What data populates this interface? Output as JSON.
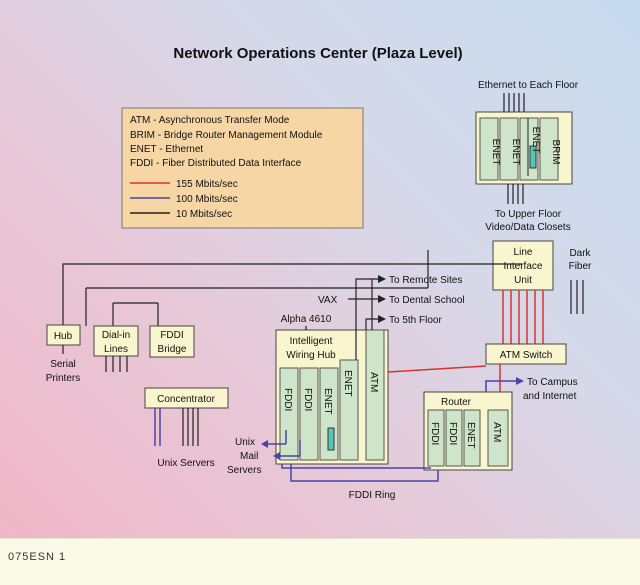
{
  "title": "Network Operations Center (Plaza Level)",
  "legend": {
    "definitions": [
      "ATM - Asynchronous Transfer Mode",
      "BRIM - Bridge Router Management Module",
      "ENET - Ethernet",
      "FDDI - Fiber Distributed Data Interface"
    ],
    "speeds": [
      {
        "label": "155 Mbits/sec",
        "color": "#d9342b"
      },
      {
        "label": "100 Mbits/sec",
        "color": "#4b43a8"
      },
      {
        "label": "10 Mbits/sec",
        "color": "#222222"
      }
    ]
  },
  "upper_closet": {
    "top_label": "Ethernet to Each Floor",
    "modules": [
      "ENET",
      "ENET",
      "ENET",
      "BRIM"
    ],
    "bottom_label_1": "To Upper Floor",
    "bottom_label_2": "Video/Data Closets"
  },
  "liu": {
    "line1": "Line",
    "line2": "Interface",
    "line3": "Unit"
  },
  "dark_fiber": {
    "line1": "Dark",
    "line2": "Fiber"
  },
  "hub": {
    "label": "Hub",
    "sub1": "Serial",
    "sub2": "Printers"
  },
  "dialin": {
    "line1": "Dial-in",
    "line2": "Lines"
  },
  "fddi_bridge": {
    "line1": "FDDI",
    "line2": "Bridge"
  },
  "concentrator": {
    "label": "Concentrator",
    "sub": "Unix Servers"
  },
  "intelligent_hub": {
    "line1": "Intelligent",
    "line2": "Wiring Hub",
    "modules": [
      "FDDI",
      "FDDI",
      "ENET",
      "ENET",
      "ATM"
    ]
  },
  "alpha": "Alpha 4610",
  "vax": "VAX",
  "destinations": [
    "To Remote Sites",
    "To Dental School",
    "To 5th Floor"
  ],
  "atm_switch": "ATM Switch",
  "router": {
    "label": "Router",
    "modules": [
      "FDDI",
      "FDDI",
      "ENET",
      "ATM"
    ]
  },
  "campus": {
    "line1": "To Campus",
    "line2": "and Internet"
  },
  "unix_mail": {
    "line1": "Unix",
    "line2": "Mail",
    "line3": "Servers"
  },
  "fddi_ring": "FDDI Ring",
  "footer_code": "075ESN 1",
  "colors": {
    "box_fill": "#f9f6cf",
    "module_fill": "#cfe5c9",
    "legend_fill": "#f7d6a6",
    "red": "#d9342b",
    "blue": "#4b43a8",
    "cyan": "#57c4b8"
  }
}
